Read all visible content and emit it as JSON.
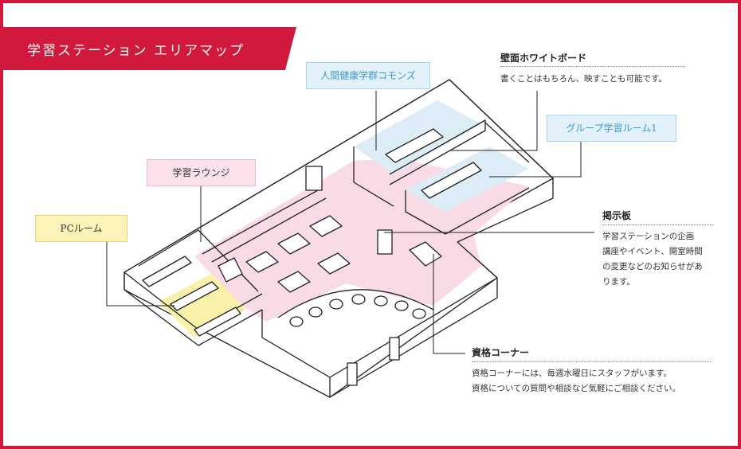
{
  "title": "学習ステーション エリアマップ",
  "colors": {
    "accent": "#d1193e",
    "zone_blue": "#dcedf8",
    "zone_pink": "#f9dbe6",
    "zone_yellow": "#f9f0a9"
  },
  "areas": {
    "commons": "人間健康学群コモンズ",
    "group_room": "グループ学習ルーム1",
    "lounge": "学習ラウンジ",
    "pc_room": "PCルーム"
  },
  "callouts": {
    "whiteboard": {
      "title": "壁面ホワイトボード",
      "body": "書くことはもちろん、映すことも可能です。"
    },
    "board": {
      "title": "掲示板",
      "lines": [
        "学習ステーションの企画",
        "講座やイベント、開室時間",
        "の変更などのお知らせがあ",
        "ります。"
      ]
    },
    "qualification": {
      "title": "資格コーナー",
      "lines": [
        "資格コーナーには、毎週水曜日にスタッフがいます。",
        "資格についての質問や相談など気軽にご相談ください。"
      ]
    }
  }
}
